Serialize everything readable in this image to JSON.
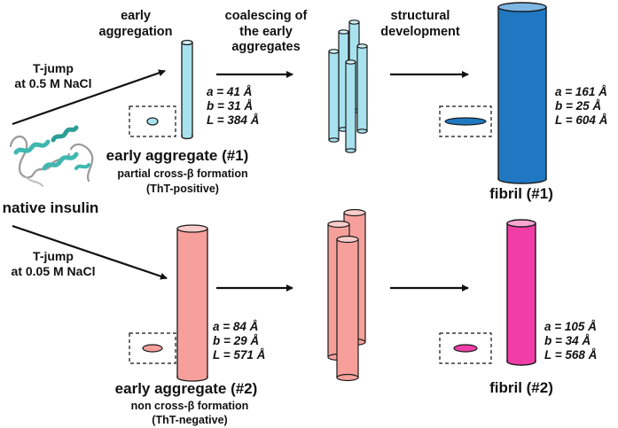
{
  "headers": {
    "early_aggregation": [
      "early",
      "aggregation"
    ],
    "coalescing": [
      "coalescing of",
      "the early",
      "aggregates"
    ],
    "structural": [
      "structural",
      "development"
    ]
  },
  "native": {
    "label": "native insulin"
  },
  "tjump_top": [
    "T-jump",
    "at 0.5 M NaCl"
  ],
  "tjump_bottom": [
    "T-jump",
    "at 0.05 M NaCl"
  ],
  "agg1": {
    "title": "early aggregate (#1)",
    "desc": [
      "partial cross-β formation",
      "(ThT-positive)"
    ],
    "params": {
      "a": "a = 41 Å",
      "b": "b = 31 Å",
      "L": "L = 384 Å"
    }
  },
  "fib1": {
    "title": "fibril (#1)",
    "params": {
      "a": "a = 161 Å",
      "b": "b = 25 Å",
      "L": "L = 604 Å"
    }
  },
  "agg2": {
    "title": "early aggregate (#2)",
    "desc": [
      "non cross-β formation",
      "(ThT-negative)"
    ],
    "params": {
      "a": "a = 84 Å",
      "b": "b = 29 Å",
      "L": "L = 571 Å"
    }
  },
  "fib2": {
    "title": "fibril (#2)",
    "params": {
      "a": "a = 105 Å",
      "b": "b = 34 Å",
      "L": "L = 568 Å"
    }
  },
  "colors": {
    "light_blue": "#a8e2ee",
    "blue": "#1f78c1",
    "salmon": "#f7a09b",
    "magenta": "#f03ea6",
    "protein": "#3fb8b0",
    "outline": "#1a1a1a"
  }
}
